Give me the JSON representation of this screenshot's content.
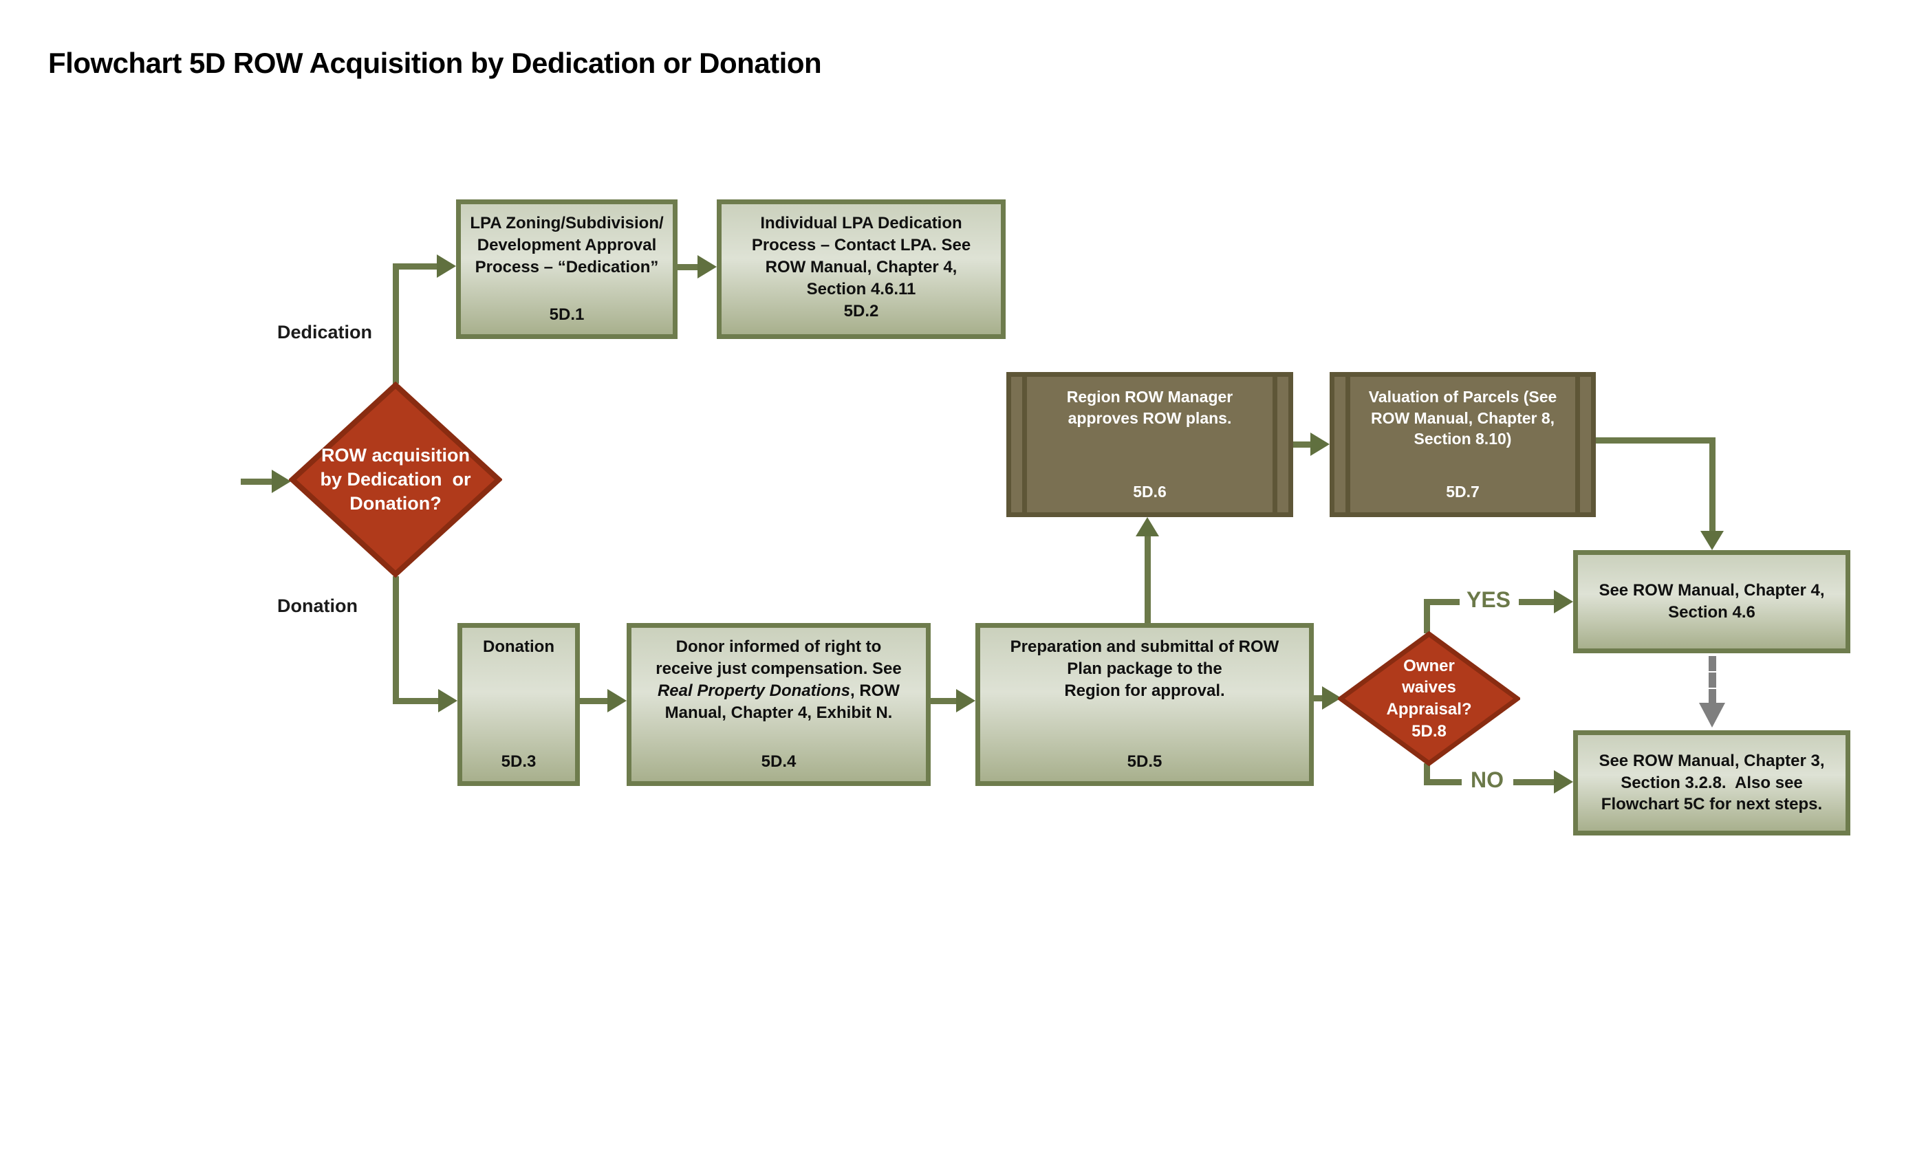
{
  "title": "Flowchart 5D ROW Acquisition by Dedication or Donation",
  "start_decision": {
    "body": "ROW acquisition\nby Dedication  or\nDonation?"
  },
  "branch_labels": {
    "dedication": "Dedication",
    "donation": "Donation"
  },
  "edge_labels": {
    "yes": "YES",
    "no": "NO"
  },
  "nodes": {
    "d5d1": {
      "body": "LPA Zoning/Subdivision/\nDevelopment Approval\nProcess – “Dedication”",
      "id": "5D.1"
    },
    "d5d2": {
      "body": "Individual LPA Dedication\nProcess – Contact LPA. See\nROW Manual, Chapter 4,\nSection 4.6.11",
      "id": "5D.2"
    },
    "d5d3": {
      "body": "Donation",
      "id": "5D.3"
    },
    "d5d4": {
      "body_pre": "Donor informed of right to\nreceive just compensation. See\n",
      "body_italic": "Real Property Donations",
      "body_post": ", ROW\nManual, Chapter 4, Exhibit N.",
      "id": "5D.4"
    },
    "d5d5": {
      "body": "Preparation and submittal of ROW\nPlan package to the\nRegion for approval.",
      "id": "5D.5"
    },
    "d5d6": {
      "body": "Region ROW Manager\napproves ROW plans.",
      "id": "5D.6"
    },
    "d5d7": {
      "body": "Valuation of Parcels (See\nROW Manual, Chapter 8,\nSection 8.10)",
      "id": "5D.7"
    },
    "owner_decision": {
      "body": "Owner\nwaives\nAppraisal?",
      "id": "5D.8"
    },
    "chapter4": {
      "body": "See ROW Manual, Chapter 4,\nSection 4.6"
    },
    "chapter3": {
      "body": "See ROW Manual, Chapter 3,\nSection 3.2.8.  Also see\nFlowchart 5C for next steps."
    }
  },
  "colors": {
    "connector_line": "#6B7949",
    "arrowhead": "#60703F",
    "decision_fill": "#B03A1B",
    "decision_border": "#892C11",
    "process_border": "#6E7C4D",
    "process_fill_top": "#CBD1BD",
    "process_fill_bottom": "#A8B08D",
    "predefined_fill": "#7A7052",
    "predefined_border": "#5E5637",
    "dashed_arrow": "#7F7F7F",
    "title_color": "#000000"
  }
}
